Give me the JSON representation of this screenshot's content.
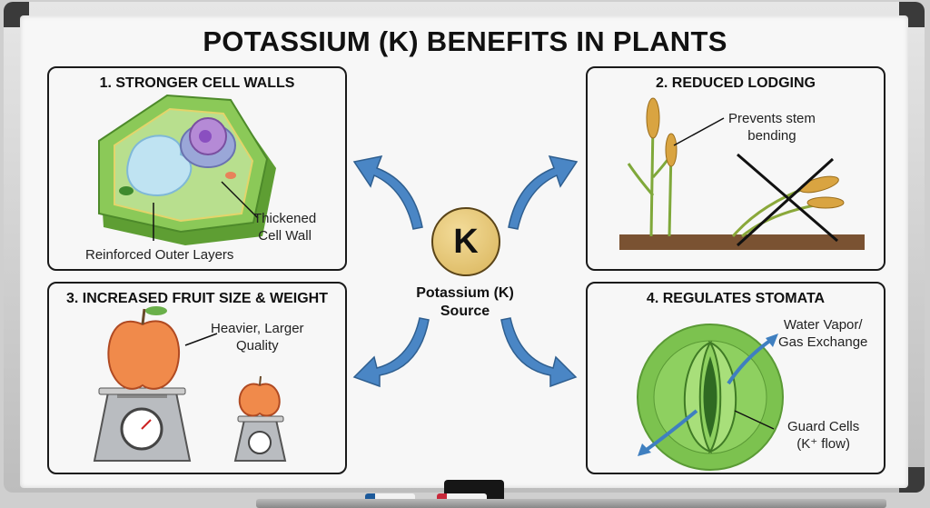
{
  "title": "POTASSIUM (K) BENEFITS IN PLANTS",
  "center": {
    "symbol": "K",
    "label_line1": "Potassium (K)",
    "label_line2": "Source"
  },
  "panels": [
    {
      "title": "1. STRONGER CELL WALLS",
      "labels": [
        "Thickened",
        "Cell Wall",
        "Reinforced Outer Layers"
      ]
    },
    {
      "title": "2. REDUCED LODGING",
      "labels": [
        "Prevents stem",
        "bending"
      ]
    },
    {
      "title": "3. INCREASED FRUIT SIZE & WEIGHT",
      "labels": [
        "Heavier, Larger",
        "Quality"
      ]
    },
    {
      "title": "4. REGULATES STOMATA",
      "labels": [
        "Water Vapor/",
        "Gas Exchange",
        "Guard Cells",
        "(K⁺ flow)"
      ]
    }
  ],
  "colors": {
    "arrow": "#3f7fc0",
    "k_gold": "#d9b45a",
    "cell_green": "#7cbf4a",
    "marker_blue": "#1d5a9a",
    "marker_red": "#c8283a"
  }
}
